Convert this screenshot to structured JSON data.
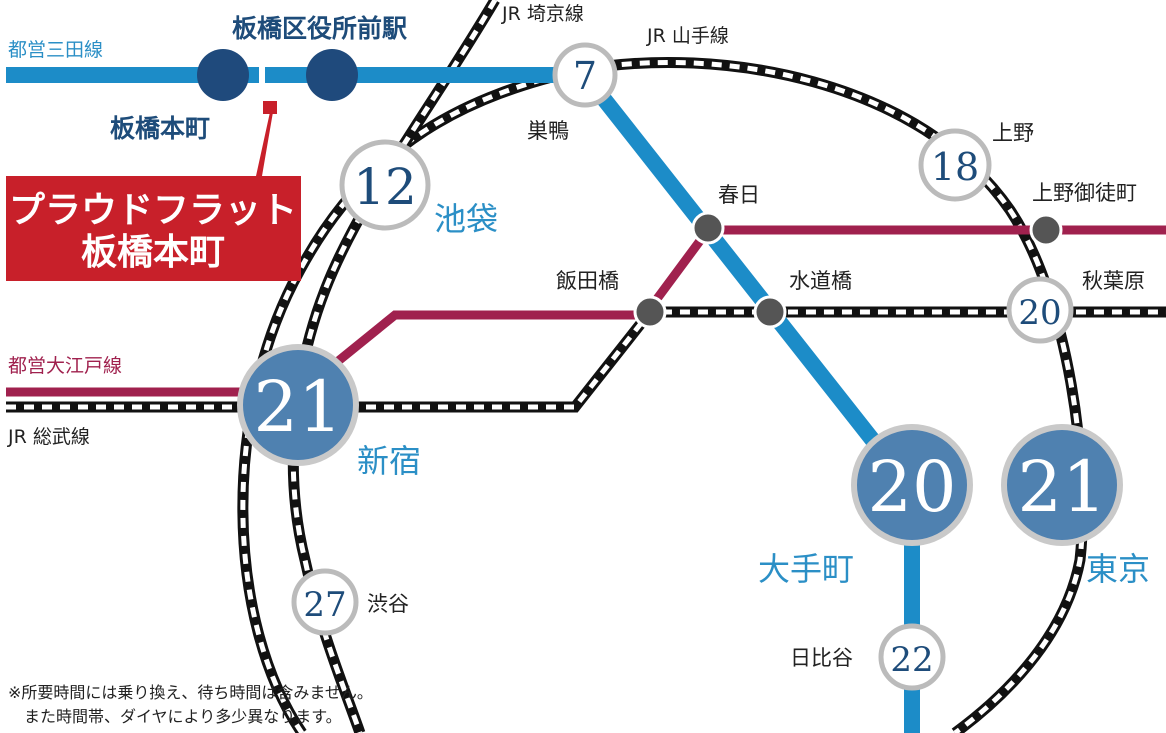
{
  "lines": {
    "mita": "都営三田線",
    "oedo": "都営大江戸線",
    "sobu": "JR 総武線",
    "saikyo": "JR 埼京線",
    "yamanote": "JR 山手線"
  },
  "stations": {
    "itabashi_kuyakusho": "板橋区役所前駅",
    "itabashi_honcho": "板橋本町",
    "sugamo": "巣鴨",
    "ikebukuro": "池袋",
    "kasuga": "春日",
    "iidabashi": "飯田橋",
    "suidobashi": "水道橋",
    "ueno": "上野",
    "ueno_okachimachi": "上野御徒町",
    "akihabara": "秋葉原",
    "shinjuku": "新宿",
    "otemachi": "大手町",
    "tokyo": "東京",
    "shibuya": "渋谷",
    "hibiya": "日比谷"
  },
  "property": {
    "line1": "プラウドフラット",
    "line2": "板橋本町"
  },
  "minutes": {
    "sugamo": "7",
    "ikebukuro": "12",
    "ueno": "18",
    "akihabara": "20",
    "shinjuku": "21",
    "otemachi": "20",
    "tokyo": "21",
    "shibuya": "27",
    "hibiya": "22"
  },
  "note": {
    "line1": "※所要時間には乗り換え、待ち時間は含みません。",
    "line2": "　また時間帯、ダイヤにより多少異なります。"
  },
  "colors": {
    "mita_line": "#1c8cc8",
    "oedo_line": "#a0214e",
    "station_dark": "#1f4a7c",
    "station_gray": "#555555",
    "badge_fill": "#4f81b0",
    "badge_text": "#1e4c7a",
    "property_red": "#c8202a",
    "label_blue": "#2b8fc6",
    "label_navy": "#1e4c7a"
  }
}
